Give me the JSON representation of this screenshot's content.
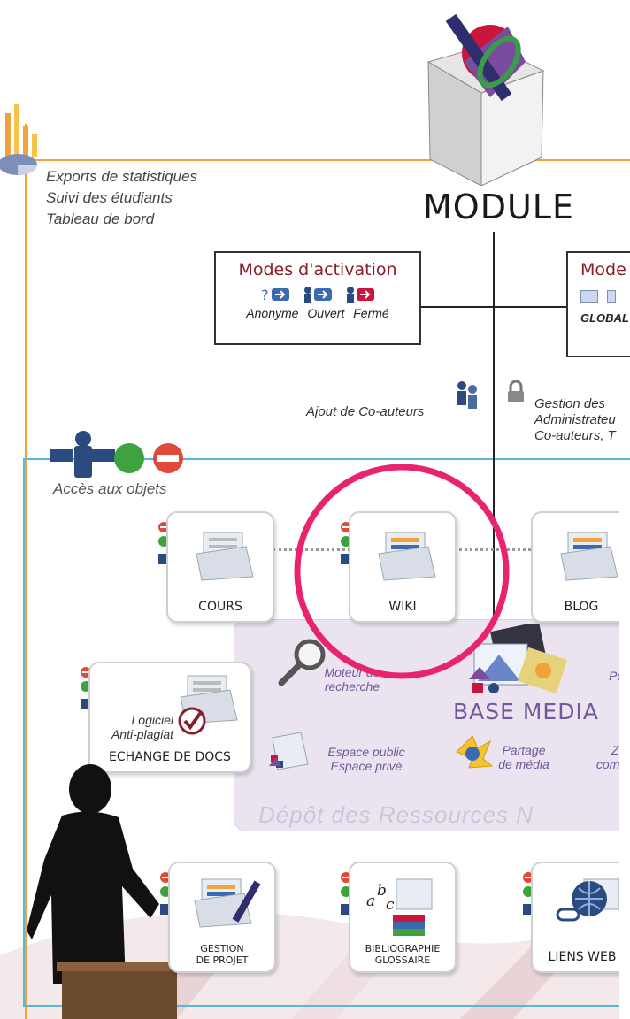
{
  "stats": {
    "lines": [
      "Exports de statistiques",
      "Suivi des étudiants",
      "Tableau de bord"
    ]
  },
  "module": {
    "title": "MODULE"
  },
  "activation": {
    "title": "Modes d'activation",
    "modes": [
      "Anonyme",
      "Ouvert",
      "Fermé"
    ]
  },
  "modes_right": {
    "title": "Mode",
    "label": "GLOBAL"
  },
  "coauthors": {
    "label": "Ajout de Co-auteurs"
  },
  "rights": {
    "lines": [
      "Gestion des",
      "Administrateu",
      "Co-auteurs, T"
    ]
  },
  "access": {
    "label": "Accès aux objets"
  },
  "objects": {
    "cours": "COURS",
    "wiki": "WIKI",
    "blog": "BLOG",
    "echange": "ECHANGE DE DOCS",
    "gestion": [
      "GESTION",
      "DE PROJET"
    ],
    "biblio": [
      "BIBLIOGRAPHIE",
      "GLOSSAIRE"
    ],
    "liens": "LIENS WEB"
  },
  "antiplagiat": [
    "Logiciel",
    "Anti-plagiat"
  ],
  "media": {
    "title": "BASE MEDIA",
    "search": [
      "Moteur de",
      "recherche"
    ],
    "space": [
      "Espace public",
      "Espace privé"
    ],
    "share": [
      "Partage",
      "de média"
    ],
    "po": "Po",
    "zone": [
      "Zor",
      "comm"
    ],
    "depot": "Dépôt des Ressources N"
  },
  "colors": {
    "orange": "#f2a23a",
    "blue": "#58b8d8",
    "activation_title": "#8b1d2b",
    "media": "#6f5a9c",
    "highlight": "#e8246f"
  }
}
